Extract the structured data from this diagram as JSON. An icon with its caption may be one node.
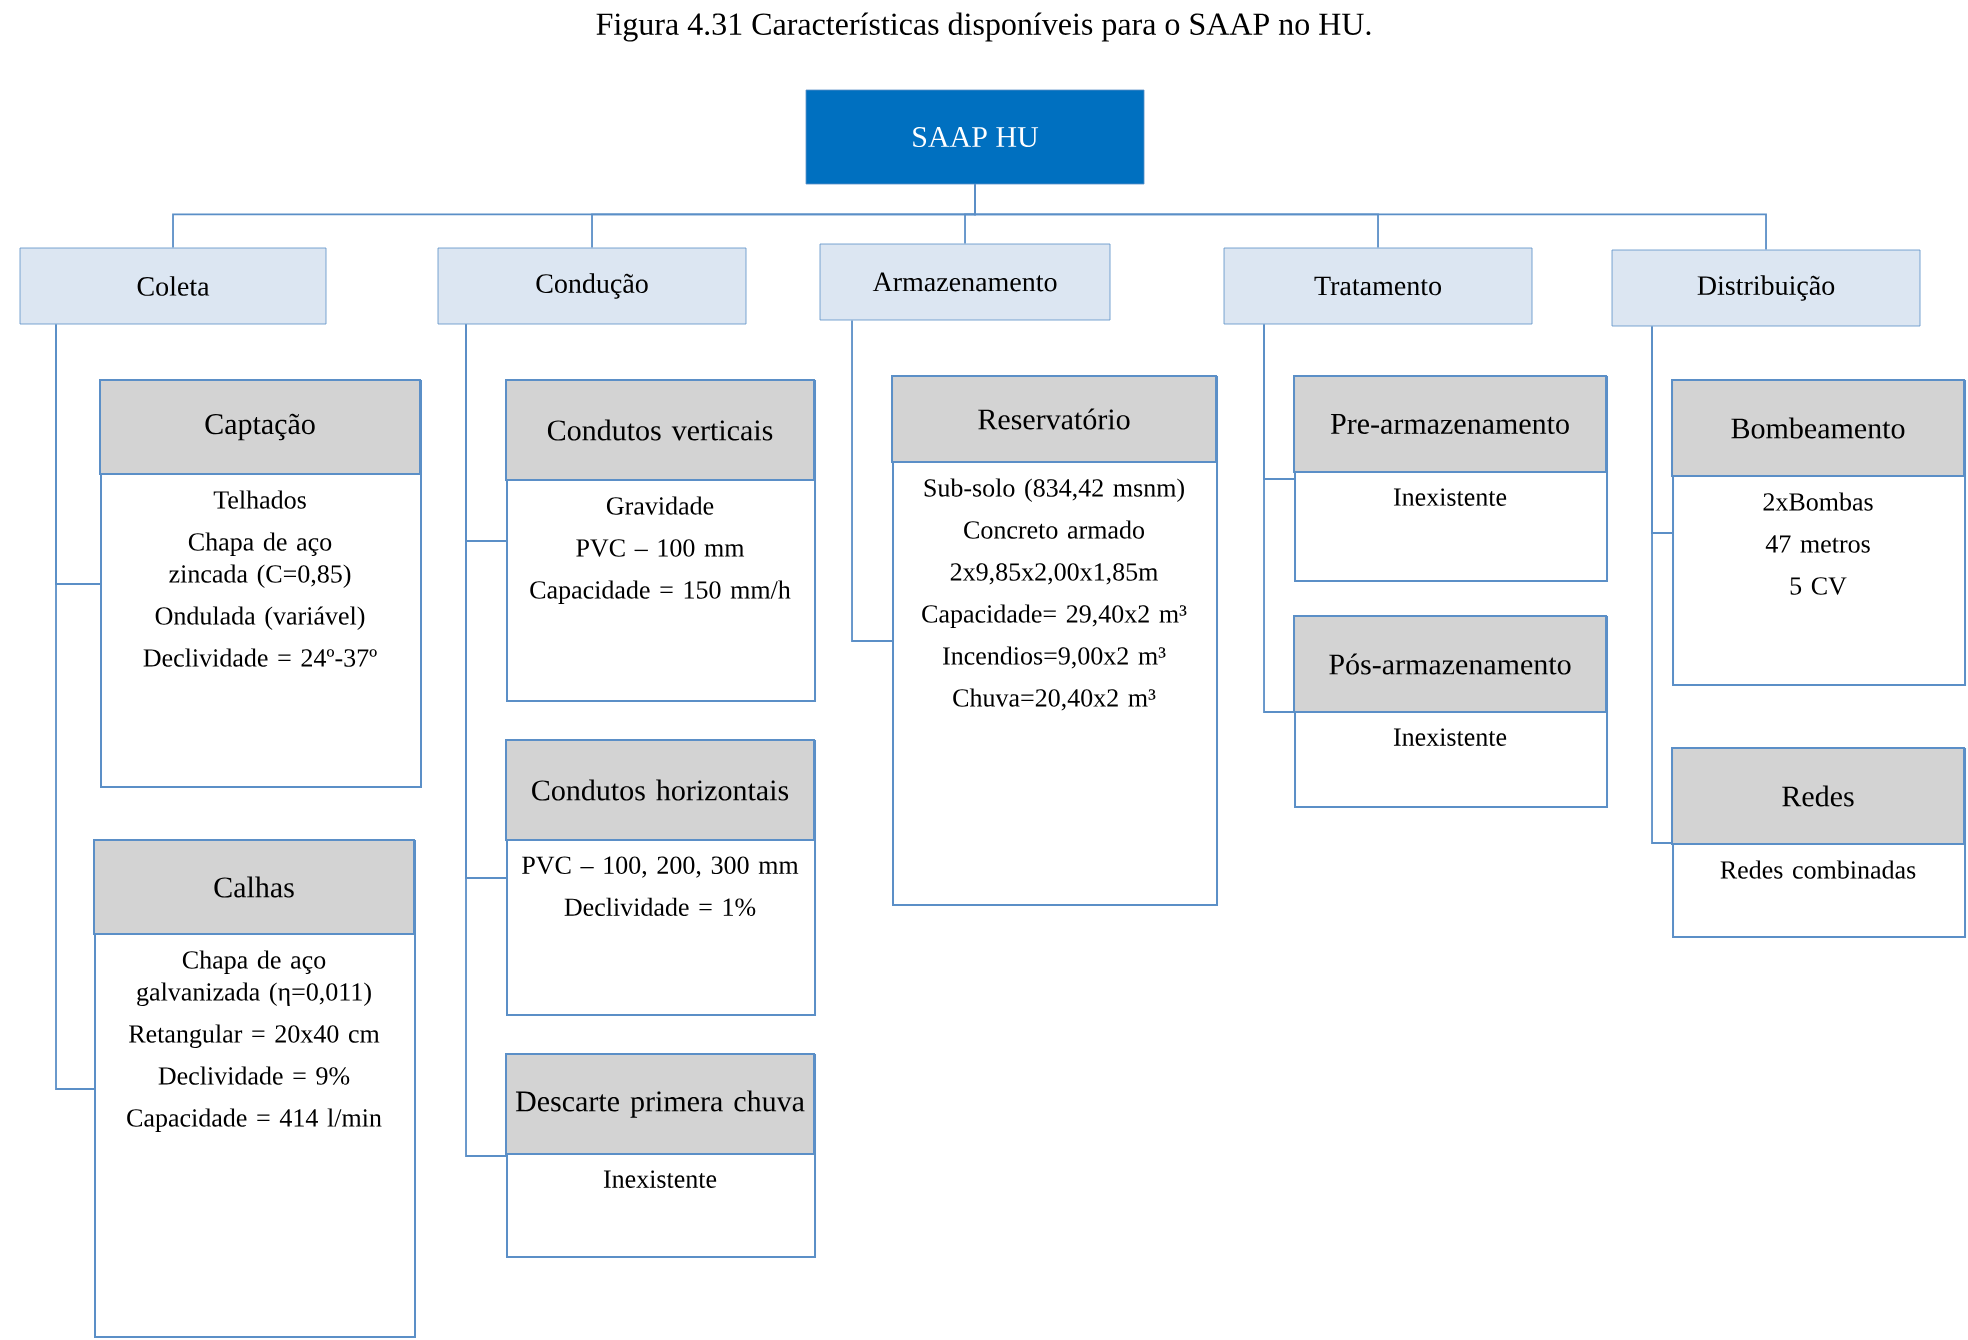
{
  "diagram": {
    "title": "Figura 4.31 Características disponíveis para o SAAP no HU.",
    "nodes": [
      {
        "text": [
          "SAAP HU"
        ]
      },
      {
        "text": [
          "Coleta"
        ]
      },
      {
        "text": [
          "Condução"
        ]
      },
      {
        "text": [
          "Armazenamento"
        ]
      },
      {
        "text": [
          "Tratamento"
        ]
      },
      {
        "text": [
          "Distribuição"
        ]
      },
      {
        "text": [
          "Captação",
          "Telhados",
          "Chapa de aço zincada (C=0,85)",
          "Ondulada (variável)",
          "Declividade = 24º-37º"
        ]
      },
      {
        "text": [
          "Calhas",
          "Chapa de aço galvanizada (η=0,011)",
          "Retangular = 20x40 cm",
          "Declividade = 9%",
          "Capacidade = 414 l/min"
        ]
      },
      {
        "text": [
          "Condutos verticais",
          "Gravidade",
          "PVC – 100 mm",
          "Capacidade = 150 mm/h"
        ]
      },
      {
        "text": [
          "Condutos horizontais",
          "PVC – 100, 200, 300 mm",
          "Declividade = 1%"
        ]
      },
      {
        "text": [
          "Descarte primera chuva",
          "Inexistente"
        ]
      },
      {
        "text": [
          "Reservatório",
          "Sub-solo (834,42 msnm)",
          "Concreto armado",
          "2x9,85x2,00x1,85m",
          "Capacidade= 29,40x2 m³",
          "Incendios=9,00x2 m³",
          "Chuva=20,40x2 m³"
        ]
      },
      {
        "text": [
          "Pre-armazenamento",
          "Inexistente"
        ]
      },
      {
        "text": [
          "Pós-armazenamento",
          "Inexistente"
        ]
      },
      {
        "text": [
          "Bombeamento",
          "2xBombas",
          "47 metros",
          "5 CV"
        ]
      },
      {
        "text": [
          "Redes",
          "Redes combinadas"
        ]
      }
    ],
    "edges": [
      {
        "from": 0,
        "to": 1,
        "arrow": "none"
      },
      {
        "from": 0,
        "to": 2,
        "arrow": "none"
      },
      {
        "from": 0,
        "to": 3,
        "arrow": "none"
      },
      {
        "from": 0,
        "to": 4,
        "arrow": "none"
      },
      {
        "from": 0,
        "to": 5,
        "arrow": "none"
      },
      {
        "from": 1,
        "to": 6,
        "arrow": "none"
      },
      {
        "from": 1,
        "to": 7,
        "arrow": "none"
      },
      {
        "from": 2,
        "to": 8,
        "arrow": "none"
      },
      {
        "from": 2,
        "to": 9,
        "arrow": "none"
      },
      {
        "from": 2,
        "to": 10,
        "arrow": "none"
      },
      {
        "from": 3,
        "to": 11,
        "arrow": "none"
      },
      {
        "from": 4,
        "to": 12,
        "arrow": "none"
      },
      {
        "from": 4,
        "to": 13,
        "arrow": "none"
      },
      {
        "from": 5,
        "to": 14,
        "arrow": "none"
      },
      {
        "from": 5,
        "to": 15,
        "arrow": "none"
      }
    ]
  }
}
